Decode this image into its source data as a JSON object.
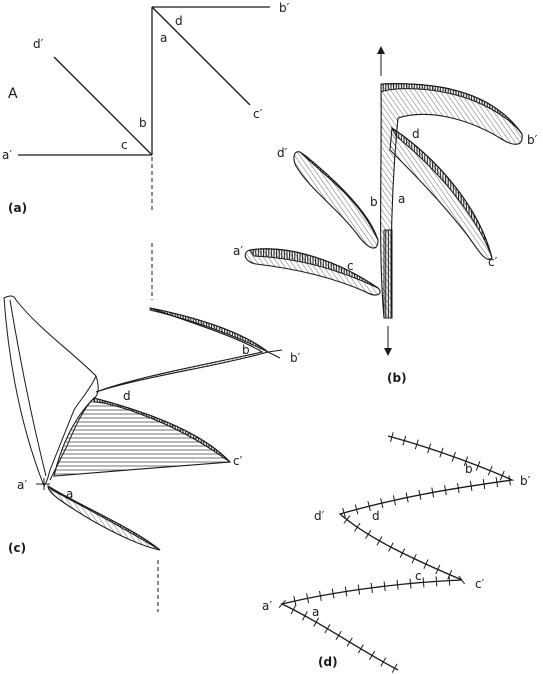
{
  "panels": {
    "a": {
      "tag": "(a)",
      "area_label": "A",
      "points": {
        "a_prime": "a′",
        "b_prime": "b′",
        "c_prime": "c′",
        "d_prime": "d′"
      },
      "limbs": {
        "a": "a",
        "b": "b",
        "c": "c",
        "d": "d"
      }
    },
    "b": {
      "tag": "(b)",
      "points": {
        "a_prime": "a′",
        "b_prime": "b′",
        "c_prime": "c′",
        "d_prime": "d′"
      },
      "limbs": {
        "a": "a",
        "b": "b",
        "c": "c",
        "d": "d"
      }
    },
    "c": {
      "tag": "(c)",
      "points": {
        "a_prime": "a′",
        "b_prime": "b′",
        "c_prime": "c′"
      },
      "limbs": {
        "a": "a",
        "b": "b",
        "d": "d"
      }
    },
    "d": {
      "tag": "(d)",
      "points": {
        "a_prime": "a′",
        "b_prime": "b′",
        "c_prime": "c′",
        "d_prime": "d′"
      },
      "limbs": {
        "a": "a",
        "b": "b",
        "c": "c",
        "d": "d"
      }
    }
  }
}
